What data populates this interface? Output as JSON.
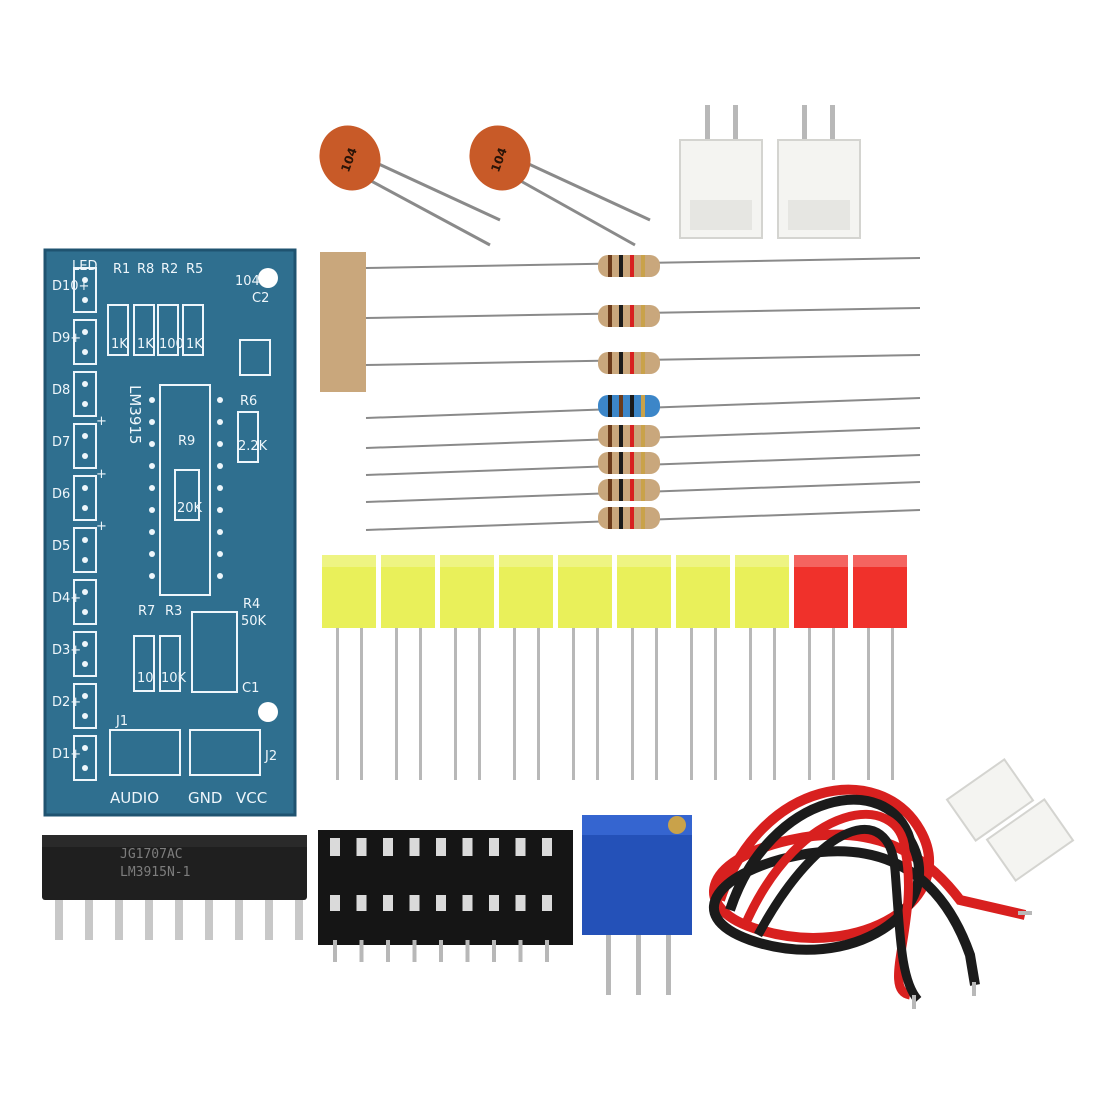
{
  "pcb": {
    "top_label": "LED",
    "ic_label": "LM3915",
    "bottom_labels": {
      "audio": "AUDIO",
      "gnd": "GND",
      "vcc": "VCC"
    },
    "connector_labels": {
      "j1": "J1",
      "j2": "J2"
    },
    "led_labels": [
      "D10+",
      "D9+",
      "D8",
      "D7",
      "D6",
      "D5",
      "D4+",
      "D3+",
      "D2+",
      "D1+"
    ],
    "plus_signs": [
      "+",
      "+",
      "+"
    ],
    "resistor_refs": {
      "r1": "R1",
      "r8": "R8",
      "r2": "R2",
      "r5": "R5",
      "r9": "R9",
      "r6": "R6",
      "r3": "R3",
      "r7": "R7",
      "r4": "R4"
    },
    "resistor_values": {
      "r1": "1K",
      "r8": "1K",
      "r2": "100",
      "r5": "1K",
      "r9": "20K",
      "r6": "2.2K",
      "r3": "10K",
      "r7": "10",
      "r4": "50K"
    },
    "cap_refs": {
      "c2": "C2",
      "c2_value": "104",
      "c1": "C1"
    }
  },
  "ceramic_caps": [
    {
      "marking": "104"
    },
    {
      "marking": "104"
    }
  ],
  "ic_chip": {
    "line1": "JG1707AC",
    "line2": "LM3915N-1"
  },
  "leds": [
    {
      "color": "#e9f05a"
    },
    {
      "color": "#e9f05a"
    },
    {
      "color": "#e9f05a"
    },
    {
      "color": "#e9f05a"
    },
    {
      "color": "#e9f05a"
    },
    {
      "color": "#e9f05a"
    },
    {
      "color": "#e9f05a"
    },
    {
      "color": "#e9f05a"
    },
    {
      "color": "#f0312b"
    },
    {
      "color": "#f0312b"
    }
  ],
  "colors": {
    "pcb": "#2f6f8f",
    "pcb_text": "#eef6fb",
    "cap": "#c85a28",
    "resistor_body": "#c9a77c",
    "resistor_blue": "#3c86c8",
    "connector": "#f4f4f1",
    "trimmer": "#2451b8",
    "wire_red": "#d8201f",
    "wire_black": "#1b1b1b"
  }
}
